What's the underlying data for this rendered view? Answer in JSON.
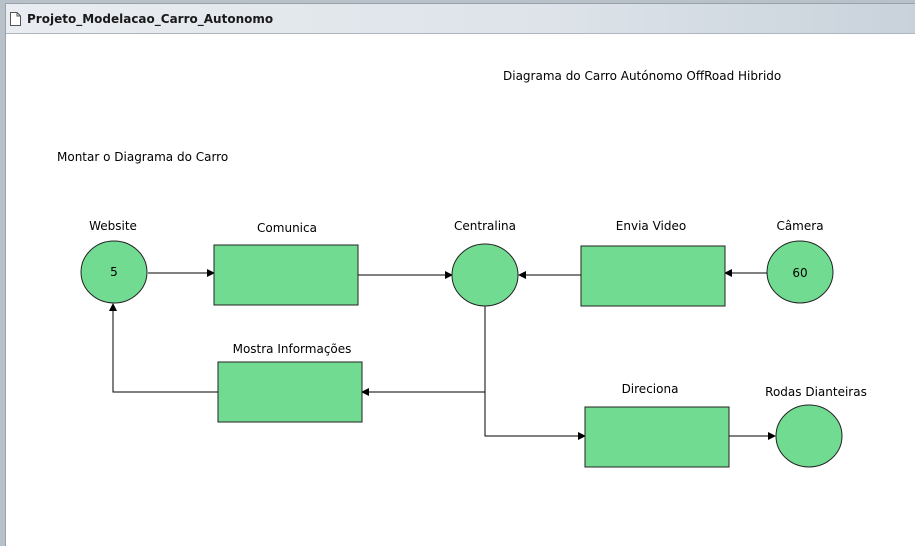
{
  "window": {
    "title": "Projeto_Modelacao_Carro_Autonomo",
    "icon": "document-icon"
  },
  "diagram": {
    "title": "Diagrama do Carro Autónomo OffRoad Hibrido",
    "subtitle": "Montar o Diagrama do Carro",
    "fill_color": "#71dc91",
    "nodes": {
      "website": {
        "label": "Website",
        "value": "5"
      },
      "comunica": {
        "label": "Comunica"
      },
      "centralina": {
        "label": "Centralina"
      },
      "envia_video": {
        "label": "Envia Video"
      },
      "camera": {
        "label": "Câmera",
        "value": "60"
      },
      "mostra_info": {
        "label": "Mostra Informações"
      },
      "direciona": {
        "label": "Direciona"
      },
      "rodas": {
        "label": "Rodas Dianteiras"
      }
    }
  }
}
